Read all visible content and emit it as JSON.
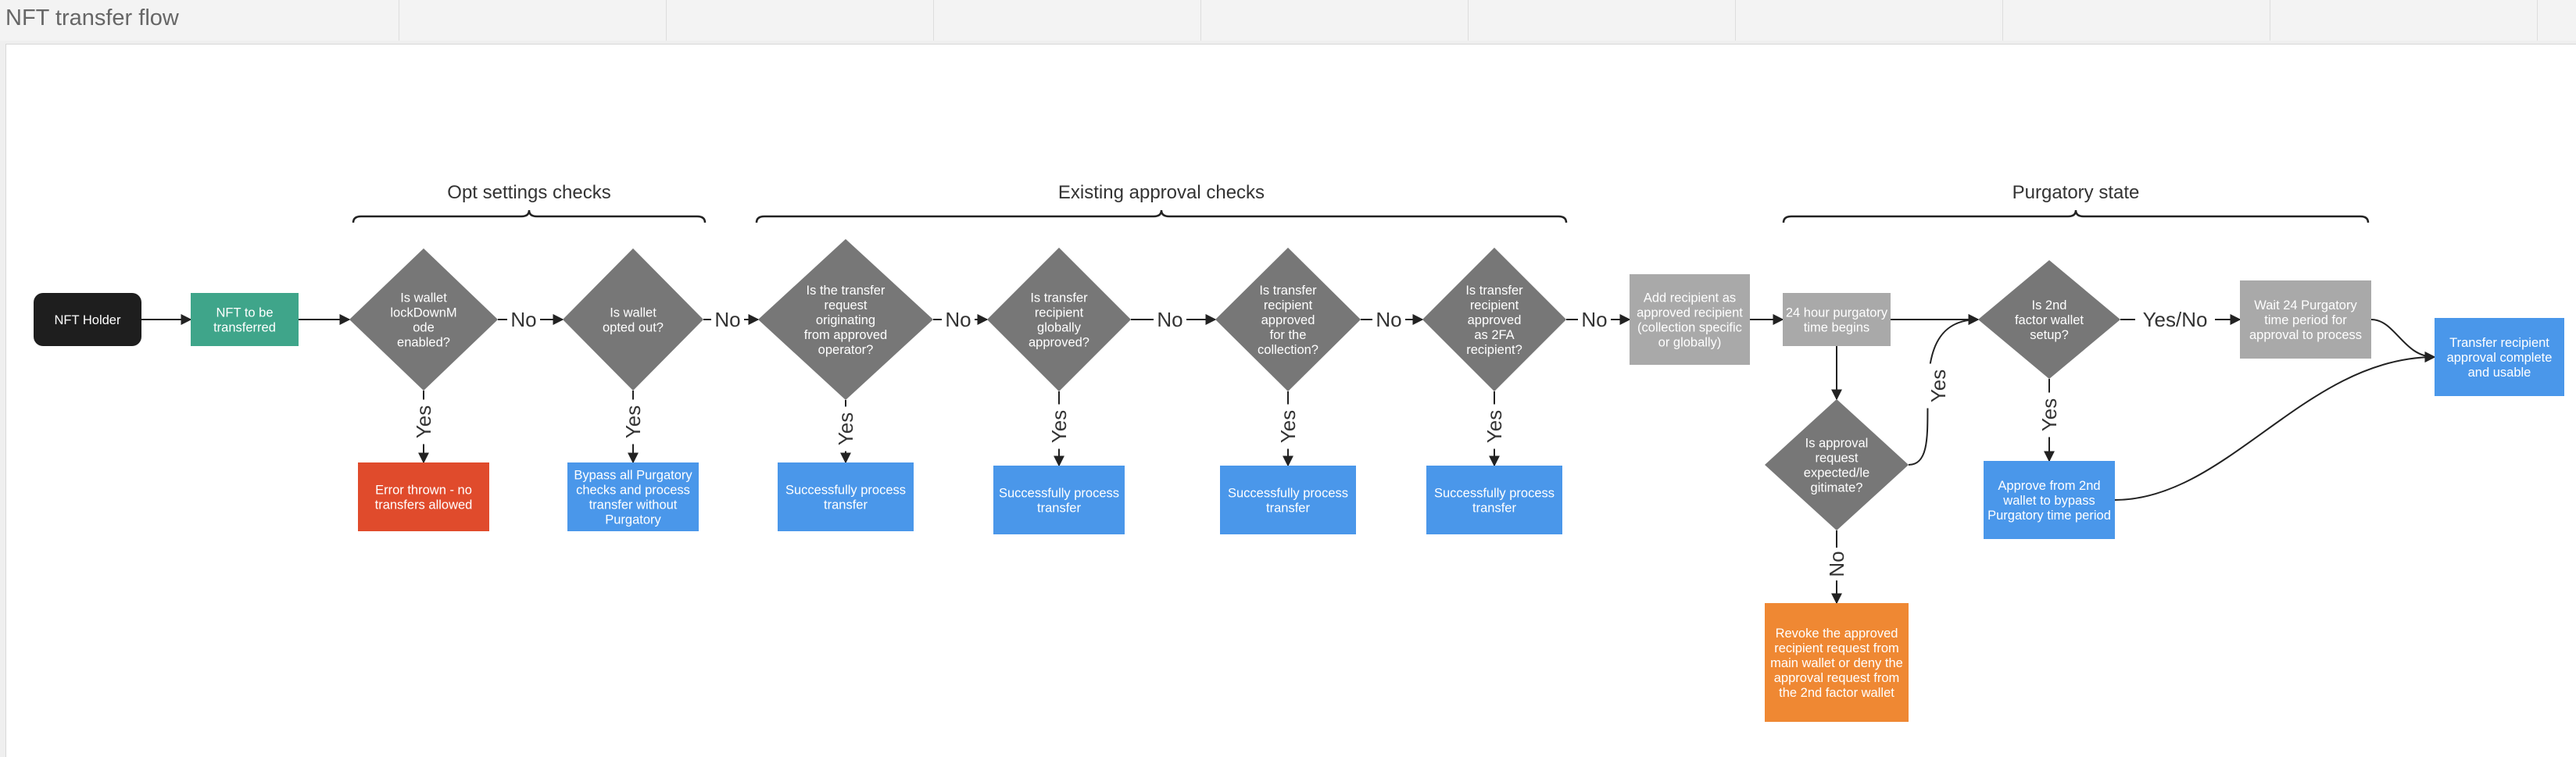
{
  "board": {
    "title": "NFT transfer flow"
  },
  "groups": [
    {
      "id": "g-opt",
      "label": "Opt settings checks"
    },
    {
      "id": "g-existing",
      "label": "Existing approval checks"
    },
    {
      "id": "g-purgatory",
      "label": "Purgatory state"
    }
  ],
  "nodes": [
    {
      "id": "holder",
      "shape": "rounded",
      "color": "#1e1e1e",
      "text": [
        "NFT Holder"
      ]
    },
    {
      "id": "nft",
      "shape": "rect",
      "color": "#3fa58a",
      "text": [
        "NFT to be",
        "transferred"
      ]
    },
    {
      "id": "d1",
      "shape": "diamond",
      "color": "#777777",
      "text": [
        "Is wallet",
        "lockDownM",
        "ode",
        "enabled?"
      ]
    },
    {
      "id": "d2",
      "shape": "diamond",
      "color": "#777777",
      "text": [
        "Is wallet",
        "opted out?"
      ]
    },
    {
      "id": "d3",
      "shape": "diamond",
      "color": "#777777",
      "text": [
        "Is the transfer",
        "request",
        "originating",
        "from approved",
        "operator?"
      ]
    },
    {
      "id": "d4",
      "shape": "diamond",
      "color": "#777777",
      "text": [
        "Is transfer",
        "recipient",
        "globally",
        "approved?"
      ]
    },
    {
      "id": "d5",
      "shape": "diamond",
      "color": "#777777",
      "text": [
        "Is transfer",
        "recipient",
        "approved",
        "for the",
        "collection?"
      ]
    },
    {
      "id": "d6",
      "shape": "diamond",
      "color": "#777777",
      "text": [
        "Is transfer",
        "recipient",
        "approved",
        "as 2FA",
        "recipient?"
      ]
    },
    {
      "id": "err",
      "shape": "rect",
      "color": "#e04b2c",
      "text": [
        "Error thrown - no",
        "transfers allowed"
      ]
    },
    {
      "id": "bypass",
      "shape": "rect",
      "color": "#4a97ea",
      "text": [
        "Bypass all Purgatory",
        "checks and process",
        "transfer without",
        "Purgatory"
      ]
    },
    {
      "id": "s3",
      "shape": "rect",
      "color": "#4a97ea",
      "text": [
        "Successfully process",
        "transfer"
      ]
    },
    {
      "id": "s4",
      "shape": "rect",
      "color": "#4a97ea",
      "text": [
        "Successfully process",
        "transfer"
      ]
    },
    {
      "id": "s5",
      "shape": "rect",
      "color": "#4a97ea",
      "text": [
        "Successfully process",
        "transfer"
      ]
    },
    {
      "id": "s6",
      "shape": "rect",
      "color": "#4a97ea",
      "text": [
        "Successfully process",
        "transfer"
      ]
    },
    {
      "id": "addrec",
      "shape": "rect",
      "color": "#a9a9a9",
      "text": [
        "Add recipient as",
        "approved recipient",
        "(collection specific",
        "or globally)"
      ]
    },
    {
      "id": "p24",
      "shape": "rect",
      "color": "#a9a9a9",
      "text": [
        "24 hour purgatory",
        "time begins"
      ]
    },
    {
      "id": "d7",
      "shape": "diamond",
      "color": "#777777",
      "text": [
        "Is approval",
        "request",
        "expected/le",
        "gitimate?"
      ]
    },
    {
      "id": "d8",
      "shape": "diamond",
      "color": "#777777",
      "text": [
        "Is 2nd",
        "factor wallet",
        "setup?"
      ]
    },
    {
      "id": "wait",
      "shape": "rect",
      "color": "#a9a9a9",
      "text": [
        "Wait 24 Purgatory",
        "time period for",
        "approval to process"
      ]
    },
    {
      "id": "approve2",
      "shape": "rect",
      "color": "#4a97ea",
      "text": [
        "Approve from 2nd",
        "wallet to bypass",
        "Purgatory time period"
      ]
    },
    {
      "id": "revoke",
      "shape": "rect",
      "color": "#ef8833",
      "text": [
        "Revoke the approved",
        "recipient request from",
        "main wallet or deny the",
        "approval request from",
        "the 2nd factor wallet"
      ]
    },
    {
      "id": "complete",
      "shape": "rect",
      "color": "#4a97ea",
      "text": [
        "Transfer recipient",
        "approval complete",
        "and usable"
      ]
    }
  ],
  "edges": [
    {
      "from": "holder",
      "to": "nft",
      "label": ""
    },
    {
      "from": "nft",
      "to": "d1",
      "label": ""
    },
    {
      "from": "d1",
      "to": "d2",
      "label": "No"
    },
    {
      "from": "d2",
      "to": "d3",
      "label": "No"
    },
    {
      "from": "d3",
      "to": "d4",
      "label": "No"
    },
    {
      "from": "d4",
      "to": "d5",
      "label": "No"
    },
    {
      "from": "d5",
      "to": "d6",
      "label": "No"
    },
    {
      "from": "d6",
      "to": "addrec",
      "label": "No"
    },
    {
      "from": "d1",
      "to": "err",
      "label": "Yes"
    },
    {
      "from": "d2",
      "to": "bypass",
      "label": "Yes"
    },
    {
      "from": "d3",
      "to": "s3",
      "label": "Yes"
    },
    {
      "from": "d4",
      "to": "s4",
      "label": "Yes"
    },
    {
      "from": "d5",
      "to": "s5",
      "label": "Yes"
    },
    {
      "from": "d6",
      "to": "s6",
      "label": "Yes"
    },
    {
      "from": "addrec",
      "to": "p24",
      "label": ""
    },
    {
      "from": "p24",
      "to": "d8",
      "label": ""
    },
    {
      "from": "p24",
      "to": "d7",
      "label": ""
    },
    {
      "from": "d7",
      "to": "d8",
      "label": "Yes"
    },
    {
      "from": "d7",
      "to": "revoke",
      "label": "No"
    },
    {
      "from": "d8",
      "to": "wait",
      "label": "Yes/No"
    },
    {
      "from": "d8",
      "to": "approve2",
      "label": "Yes"
    },
    {
      "from": "wait",
      "to": "complete",
      "label": ""
    },
    {
      "from": "approve2",
      "to": "complete",
      "label": ""
    }
  ]
}
